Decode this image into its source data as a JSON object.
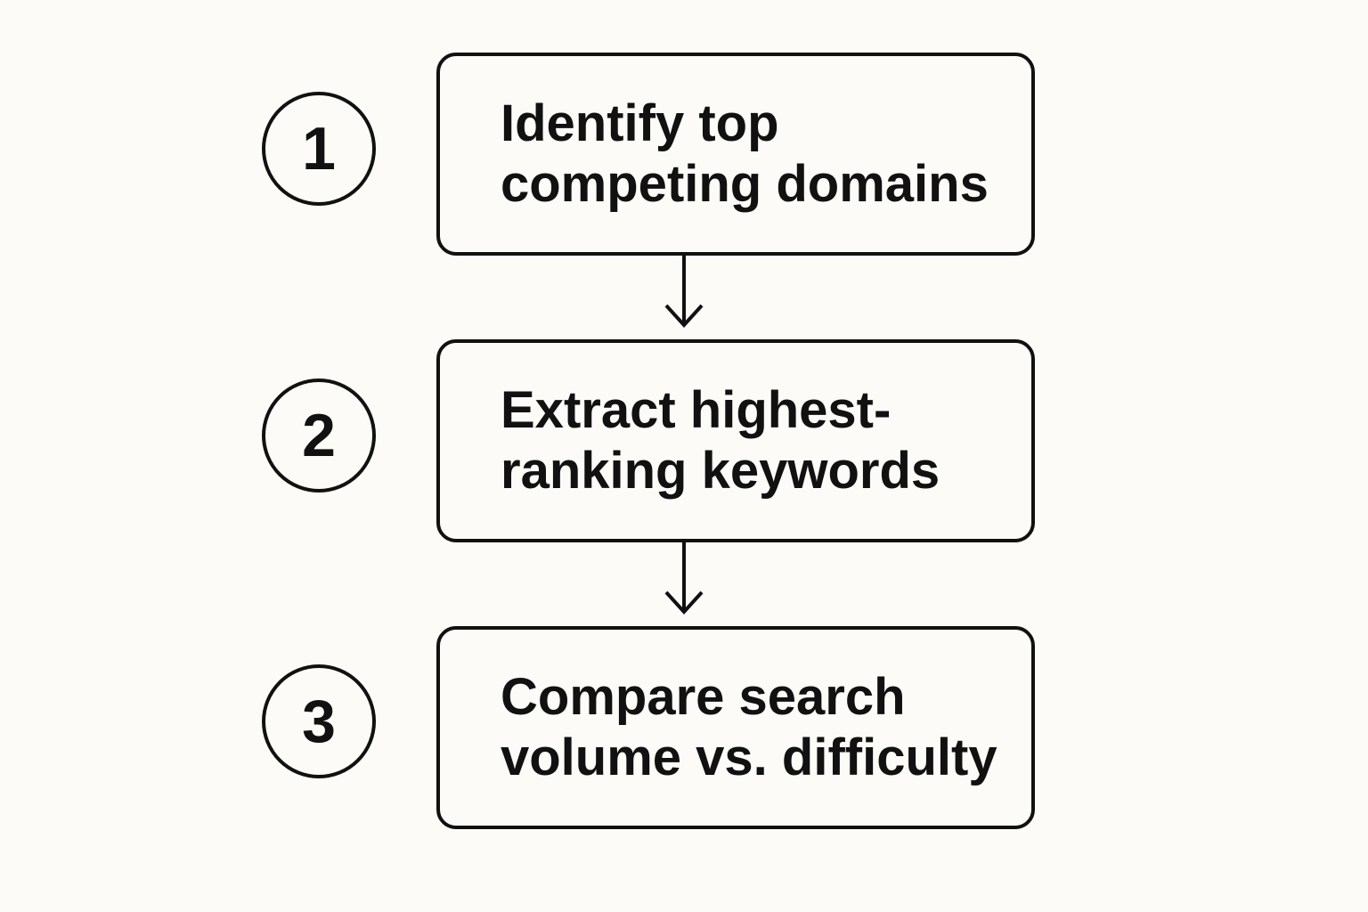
{
  "steps": [
    {
      "number": "1",
      "lines": [
        "Identify top",
        "competing domains"
      ]
    },
    {
      "number": "2",
      "lines": [
        "Extract highest-",
        "ranking keywords"
      ]
    },
    {
      "number": "3",
      "lines": [
        "Compare search",
        "volume vs. difficulty"
      ]
    }
  ],
  "colors": {
    "background": "#fcfbf8",
    "ink": "#111111"
  }
}
